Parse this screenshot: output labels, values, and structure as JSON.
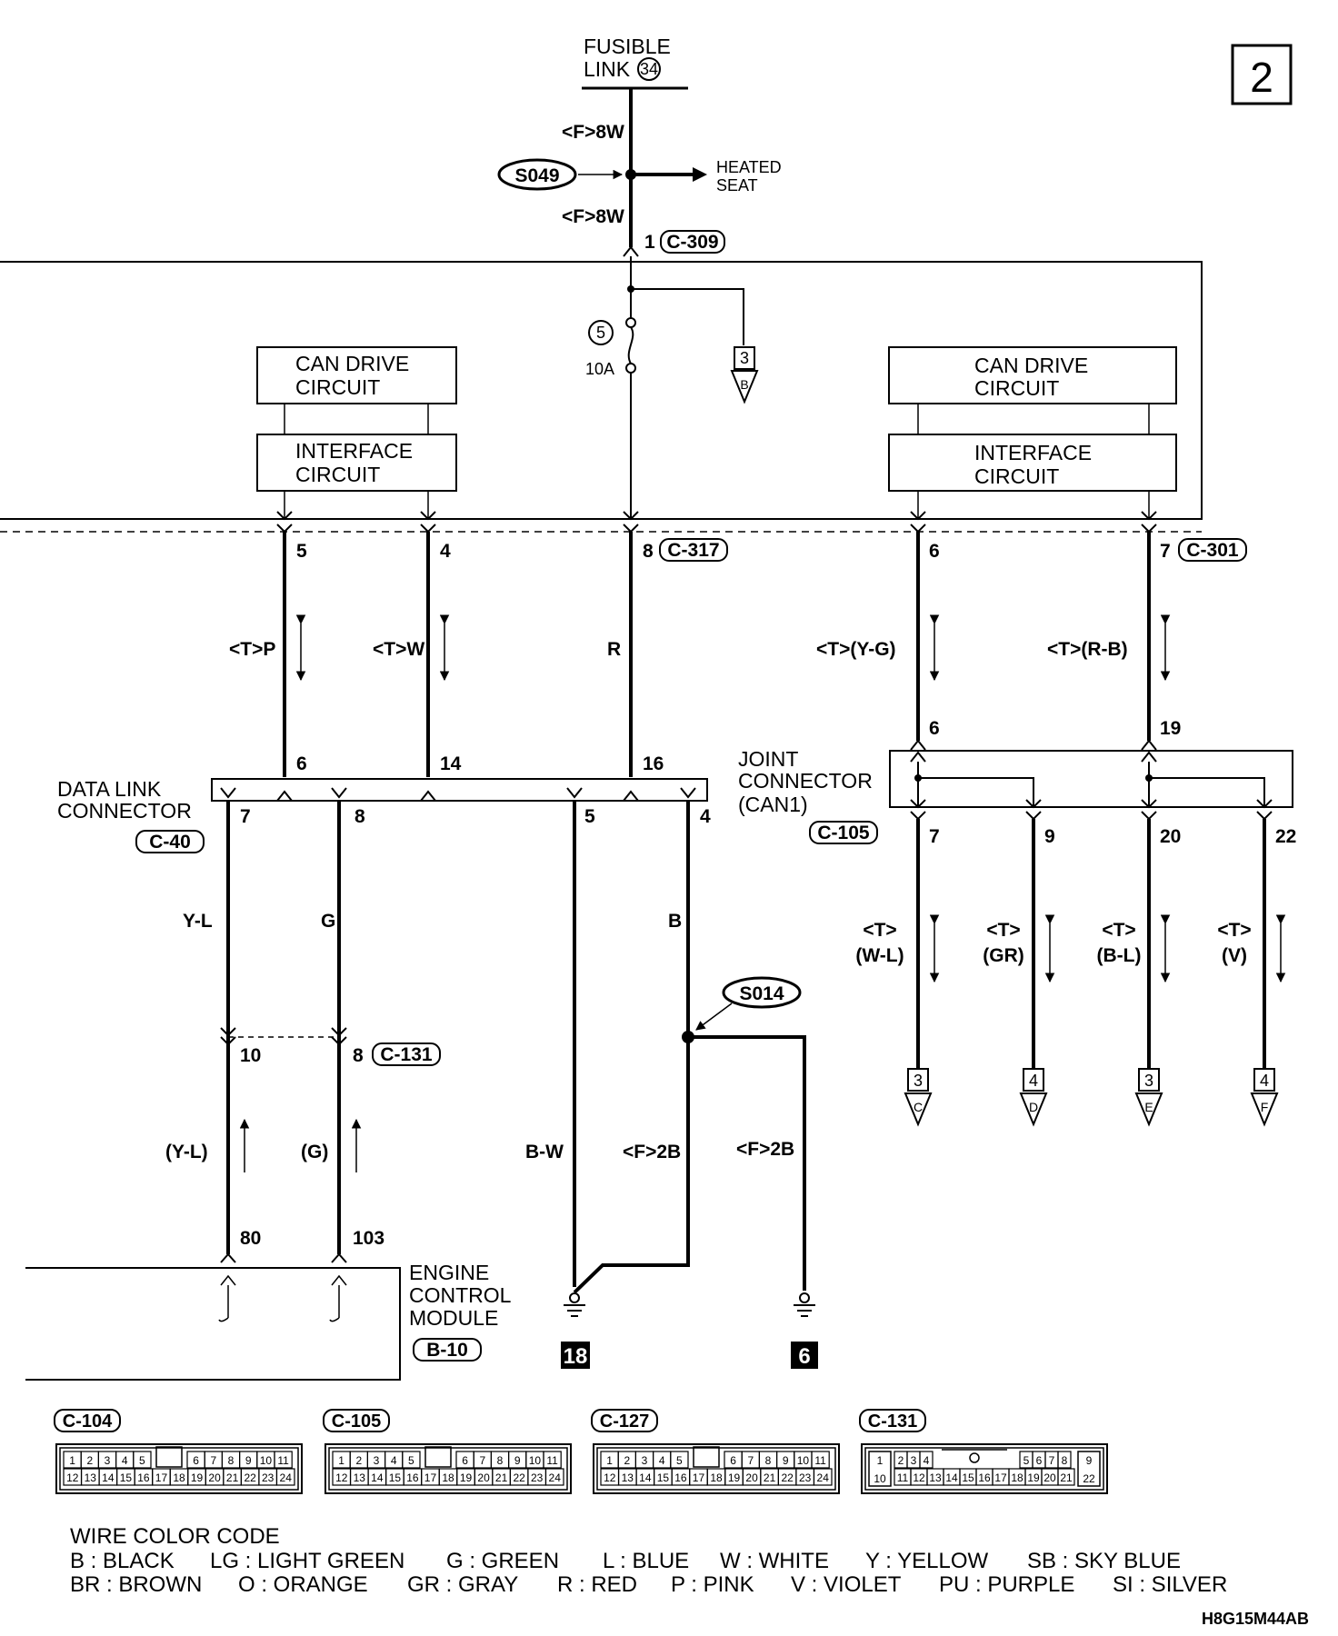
{
  "page_number": "2",
  "doc_code": "H8G15M44AB",
  "fusible_link": {
    "line1": "FUSIBLE",
    "line2": "LINK",
    "number": "34"
  },
  "splices": {
    "s049": "S049",
    "s014": "S014"
  },
  "heated_seat": {
    "line1": "HEATED",
    "line2": "SEAT"
  },
  "wire_labels": {
    "top1": "<F>8W",
    "top2": "<F>8W",
    "t_p": "<T>P",
    "t_w": "<T>W",
    "r": "R",
    "t_yg": "<T>(Y-G)",
    "t_rb": "<T>(R-B)",
    "yl": "Y-L",
    "g": "G",
    "b": "B",
    "t_wl_a": "<T>",
    "t_wl_b": "(W-L)",
    "t_gr_a": "<T>",
    "t_gr_b": "(GR)",
    "t_bl_a": "<T>",
    "t_bl_b": "(B-L)",
    "t_v_a": "<T>",
    "t_v_b": "(V)",
    "yl_p": "(Y-L)",
    "g_p": "(G)",
    "bw": "B-W",
    "f2b_1": "<F>2B",
    "f2b_2": "<F>2B"
  },
  "fuse": {
    "number": "5",
    "rating": "10A"
  },
  "connectors": {
    "c309": "C-309",
    "c317": "C-317",
    "c301": "C-301",
    "c40": "C-40",
    "c105": "C-105",
    "c131": "C-131",
    "b10": "B-10"
  },
  "pins": {
    "p1": "1",
    "p5": "5",
    "p4": "4",
    "p8": "8",
    "p6": "6",
    "p7": "7",
    "dl6": "6",
    "dl14": "14",
    "dl16": "16",
    "dl7": "7",
    "dl8": "8",
    "dl5": "5",
    "dl4": "4",
    "jc6": "6",
    "jc19": "19",
    "jc7": "7",
    "jc9": "9",
    "jc20": "20",
    "jc22": "22",
    "e10": "10",
    "e8": "8",
    "e80": "80",
    "e103": "103"
  },
  "blocks": {
    "can_left_1": "CAN DRIVE",
    "can_left_2": "CIRCUIT",
    "if_left_1": "INTERFACE",
    "if_left_2": "CIRCUIT",
    "can_right_1": "CAN DRIVE",
    "can_right_2": "CIRCUIT",
    "if_right_1": "INTERFACE",
    "if_right_2": "CIRCUIT"
  },
  "data_link": {
    "line1": "DATA LINK",
    "line2": "CONNECTOR"
  },
  "joint_connector": {
    "line1": "JOINT",
    "line2": "CONNECTOR",
    "line3": "(CAN1)"
  },
  "ecm": {
    "line1": "ENGINE",
    "line2": "CONTROL",
    "line3": "MODULE"
  },
  "grounds": {
    "g18": "18",
    "g6": "6"
  },
  "offpage": [
    {
      "num": "3",
      "letter": "B"
    },
    {
      "num": "3",
      "letter": "C"
    },
    {
      "num": "4",
      "letter": "D"
    },
    {
      "num": "3",
      "letter": "E"
    },
    {
      "num": "4",
      "letter": "F"
    }
  ],
  "connector_views": [
    {
      "id": "C-104",
      "top": [
        "1",
        "2",
        "3",
        "4",
        "5",
        "6",
        "7",
        "8",
        "9",
        "10",
        "11"
      ],
      "bottom": [
        "12",
        "13",
        "14",
        "15",
        "16",
        "17",
        "18",
        "19",
        "20",
        "21",
        "22",
        "23",
        "24"
      ]
    },
    {
      "id": "C-105",
      "top": [
        "1",
        "2",
        "3",
        "4",
        "5",
        "6",
        "7",
        "8",
        "9",
        "10",
        "11"
      ],
      "bottom": [
        "12",
        "13",
        "14",
        "15",
        "16",
        "17",
        "18",
        "19",
        "20",
        "21",
        "22",
        "23",
        "24"
      ]
    },
    {
      "id": "C-127",
      "top": [
        "1",
        "2",
        "3",
        "4",
        "5",
        "6",
        "7",
        "8",
        "9",
        "10",
        "11"
      ],
      "bottom": [
        "12",
        "13",
        "14",
        "15",
        "16",
        "17",
        "18",
        "19",
        "20",
        "21",
        "22",
        "23",
        "24"
      ]
    },
    {
      "id": "C-131",
      "top": [
        "1",
        "2",
        "3",
        "4",
        "5",
        "6",
        "7",
        "8",
        "9"
      ],
      "bottom": [
        "10",
        "11",
        "12",
        "13",
        "14",
        "15",
        "16",
        "17",
        "18",
        "19",
        "20",
        "21",
        "22"
      ]
    }
  ],
  "legend": {
    "title": "WIRE COLOR CODE",
    "row1": [
      "B : BLACK",
      "LG : LIGHT GREEN",
      "G : GREEN",
      "L : BLUE",
      "W : WHITE",
      "Y : YELLOW",
      "SB : SKY BLUE"
    ],
    "row2": [
      "BR : BROWN",
      "O : ORANGE",
      "GR : GRAY",
      "R : RED",
      "P : PINK",
      "V : VIOLET",
      "PU : PURPLE",
      "SI : SILVER"
    ]
  }
}
